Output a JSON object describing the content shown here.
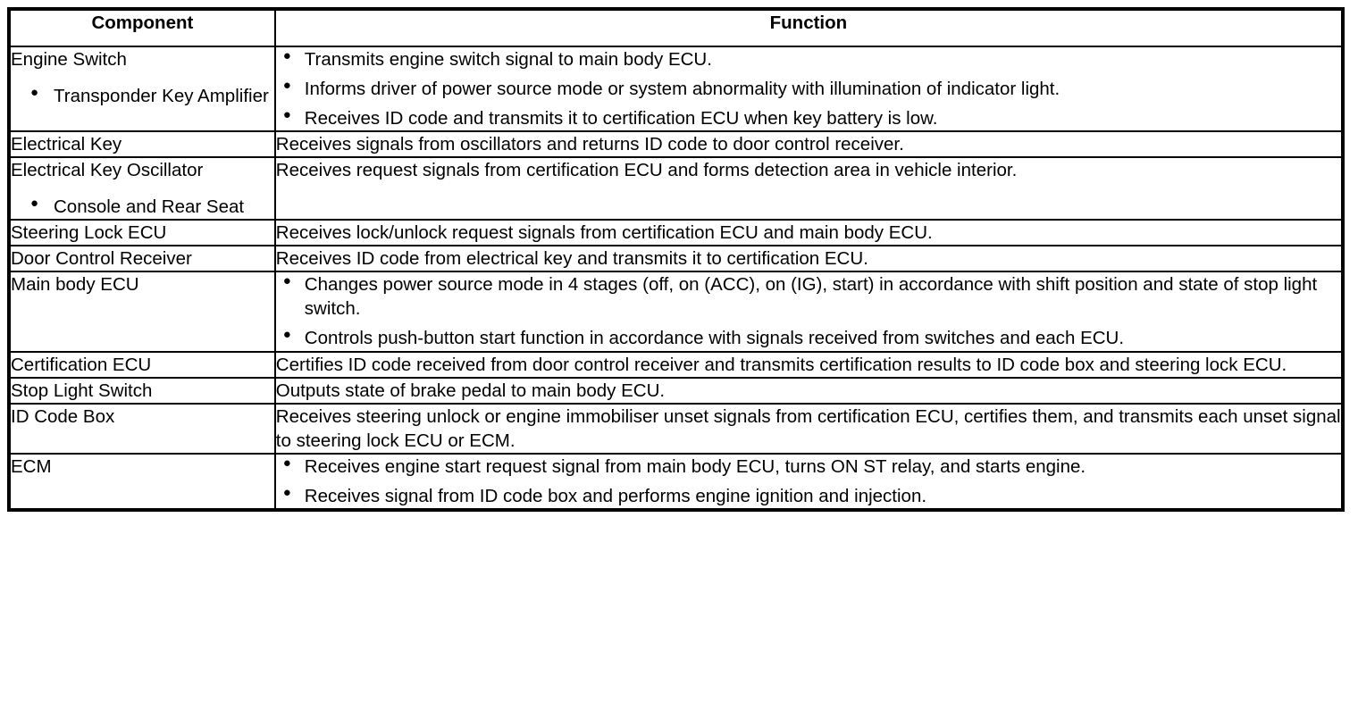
{
  "table": {
    "headers": {
      "component": "Component",
      "function": "Function"
    },
    "bullet_glyph": "●",
    "rows": [
      {
        "component": "Engine Switch",
        "component_subitems": [
          "Transponder Key Amplifier"
        ],
        "function_bullets": [
          "Transmits engine switch signal to main body ECU.",
          "Informs driver of power source mode or system abnormality with illumination of indicator light.",
          "Receives ID code and transmits it to certification ECU when key battery is low."
        ]
      },
      {
        "component": "Electrical Key",
        "component_subitems": [],
        "function_text": "Receives signals from oscillators and returns ID code to door control receiver."
      },
      {
        "component": "Electrical Key Oscillator",
        "component_subitems": [
          "Console and Rear Seat"
        ],
        "function_text": "Receives request signals from certification ECU and forms detection area in vehicle interior."
      },
      {
        "component": "Steering Lock ECU",
        "component_subitems": [],
        "function_text": "Receives lock/unlock request signals from certification ECU and main body ECU."
      },
      {
        "component": "Door Control Receiver",
        "component_subitems": [],
        "function_text": "Receives ID code from electrical key and transmits it to certification ECU."
      },
      {
        "component": "Main body ECU",
        "component_subitems": [],
        "function_bullets": [
          "Changes power source mode in 4 stages (off, on (ACC), on (IG), start) in accordance with shift position and state of stop light switch.",
          "Controls push-button start function in accordance with signals received from switches and each ECU."
        ]
      },
      {
        "component": "Certification ECU",
        "component_subitems": [],
        "function_text": "Certifies ID code received from door control receiver and transmits certification results to ID code box and steering lock ECU."
      },
      {
        "component": "Stop Light Switch",
        "component_subitems": [],
        "function_text": "Outputs state of brake pedal to main body ECU."
      },
      {
        "component": "ID Code Box",
        "component_subitems": [],
        "function_text": "Receives steering unlock or engine immobiliser unset signals from certification ECU, certifies them, and transmits each unset signal to steering lock ECU or ECM."
      },
      {
        "component": "ECM",
        "component_subitems": [],
        "function_bullets": [
          "Receives engine start request signal from main body ECU, turns ON ST relay, and starts engine.",
          "Receives signal from ID code box and performs engine ignition and injection."
        ]
      }
    ]
  }
}
